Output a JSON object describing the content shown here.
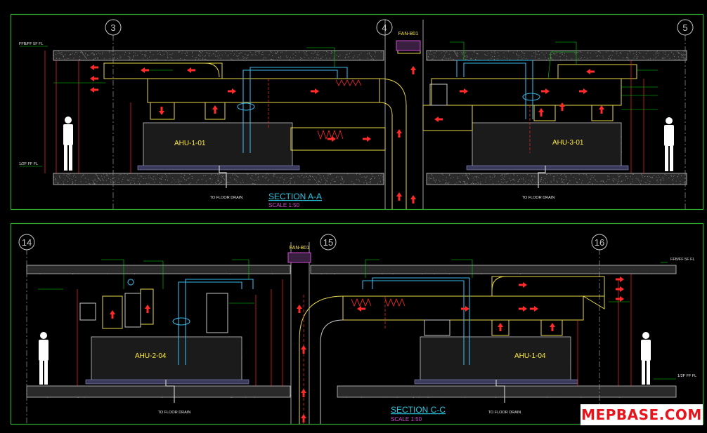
{
  "colors": {
    "frame": "#2ea82e",
    "structure": "#c8c8c8",
    "duct": "#e8d64a",
    "chw": "#38b6e8",
    "leader": "#00d800",
    "arrow": "#ff2a2a",
    "dim": "#ff2a2a",
    "unit": "#d04ad0",
    "heading": "#26c6e0",
    "label": "#e8e8e8",
    "unitLabel": "#ffeb3b",
    "watermarkText": "#e8141b"
  },
  "panelA": {
    "gridBubbles": [
      "3",
      "4",
      "5"
    ],
    "title": "SECTION A-A",
    "scale": "SCALE 1:50",
    "units": [
      "AHU-1-01",
      "AHU-3-01"
    ],
    "tags": [
      "FAN-B01"
    ],
    "drainLabels": [
      "TO FLOOR DRAIN",
      "TO FLOOR DRAIN"
    ],
    "floorLabels": [
      "FFB/FF 5F FL",
      "1/2F FF FL"
    ]
  },
  "panelC": {
    "gridBubbles": [
      "14",
      "15",
      "16"
    ],
    "title": "SECTION C-C",
    "scale": "SCALE 1:50",
    "units": [
      "AHU-2-04",
      "AHU-1-04"
    ],
    "tags": [
      "FAN-B01"
    ],
    "drainLabels": [
      "TO FLOOR DRAIN",
      "TO FLOOR DRAIN"
    ],
    "floorLabels": [
      "FFB/FF 5F FL",
      "1/2F FF FL"
    ]
  },
  "watermark": "MEPBASE.COM"
}
